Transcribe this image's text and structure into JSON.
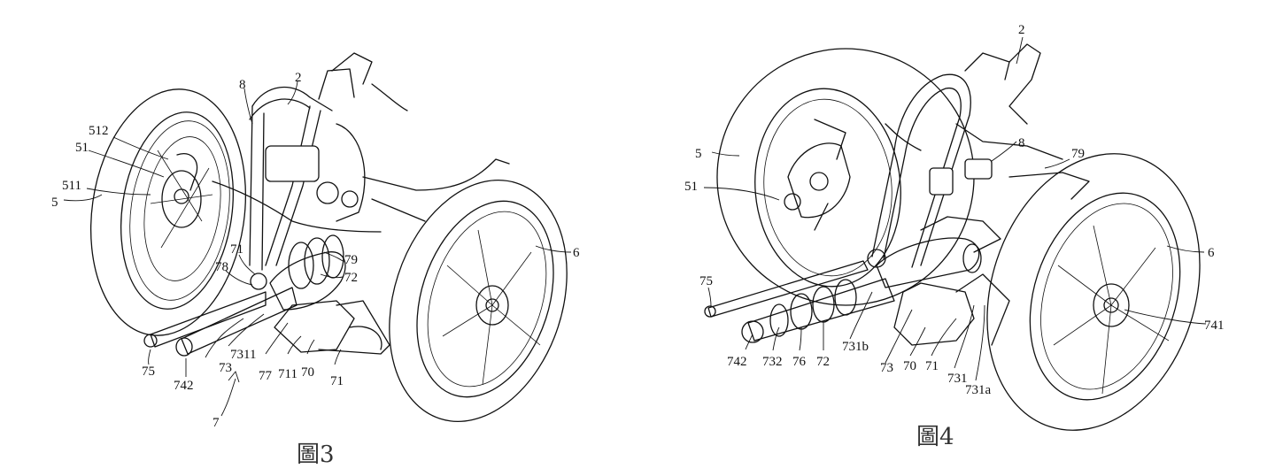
{
  "figures": [
    {
      "caption": "圖3",
      "labels": [
        "2",
        "8",
        "512",
        "51",
        "511",
        "5",
        "71",
        "78",
        "75",
        "742",
        "73",
        "7311",
        "77",
        "711",
        "70",
        "71",
        "72",
        "79",
        "7",
        "6"
      ]
    },
    {
      "caption": "圖4",
      "labels": [
        "2",
        "8",
        "79",
        "5",
        "51",
        "75",
        "742",
        "732",
        "76",
        "72",
        "731b",
        "73",
        "70",
        "71",
        "731",
        "731a",
        "741",
        "6"
      ]
    }
  ]
}
